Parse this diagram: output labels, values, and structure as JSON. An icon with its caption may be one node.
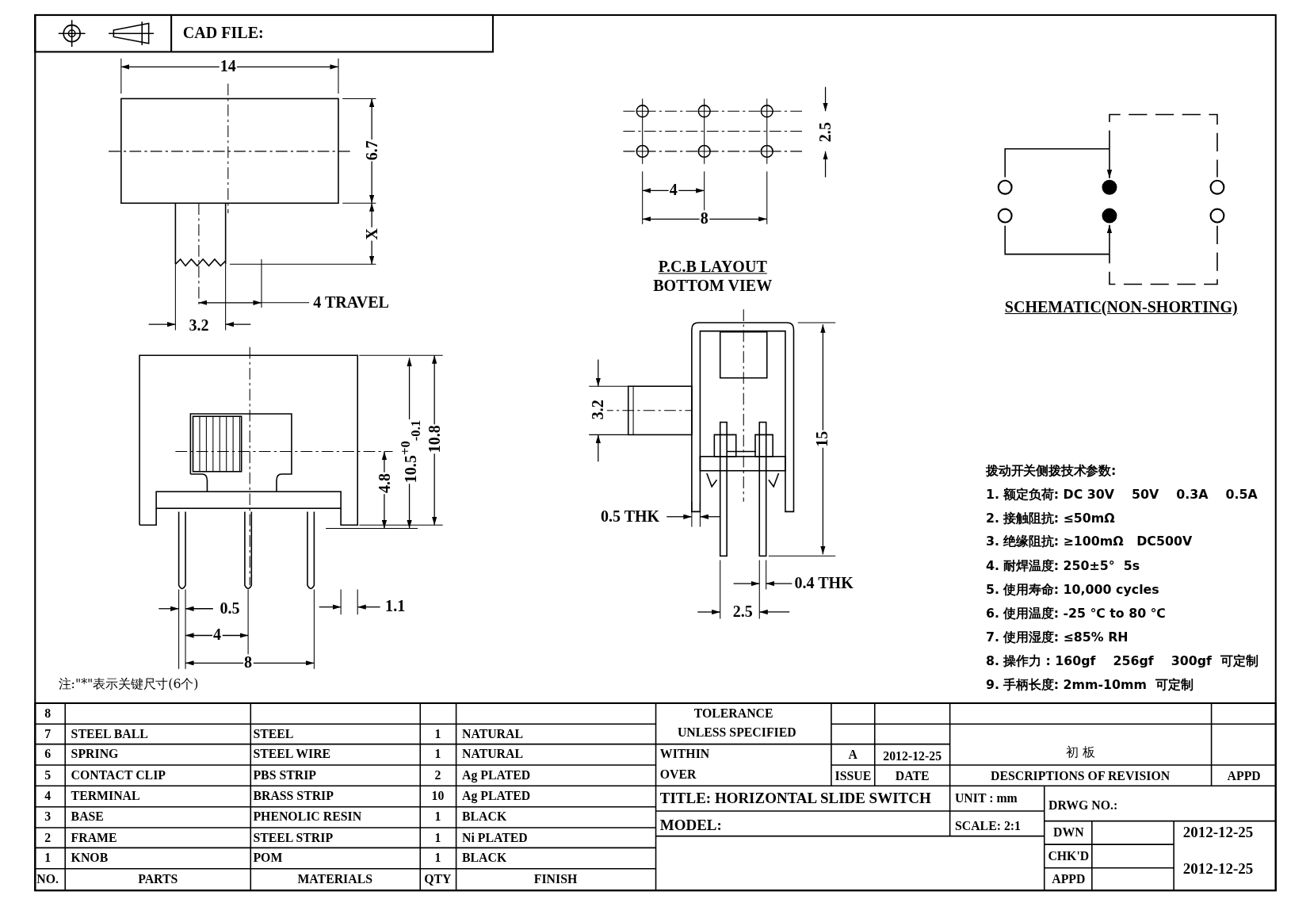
{
  "diagram": {
    "labels": [
      "CAD FILE:",
      "14",
      "6.7",
      "X",
      "4 TRAVEL",
      "3.2",
      "10.5$^{+0}$$_{-0.1}$",
      "10.8",
      "4.8",
      "0.5",
      "1.1",
      "4",
      "8",
      "注:\"*\"表示关键尺寸(6个)",
      "2.5",
      "4",
      "8",
      "P.C.B LAYOUT",
      "BOTTOM VIEW",
      "3.2",
      "15",
      "0.5 THK",
      "0.4 THK",
      "2.5",
      "SCHEMATIC(NON-SHORTING)",
      "拨动开关侧拨技术参数:",
      "1. 额定负荷: DC 30V    50V    0.3A    0.5A",
      "2. 接触阻抗: ≤50mΩ",
      "3. 绝缘阻抗: ≥100mΩ   DC500V",
      "4. 耐焊温度: 250±5°  5s",
      "5. 使用寿命: 10,000 cycles",
      "6. 使用温度: -25 ℃ to 80 ℃",
      "7. 使用湿度: ≤85% RH",
      "8. 操作力 : 160gf    256gf    300gf  可定制",
      "9. 手柄长度: 2mm-10mm  可定制",
      "8",
      "TOLERANCE",
      "7",
      "STEEL BALL",
      "STEEL",
      "1",
      "NATURAL",
      "UNLESS SPECIFIED",
      "6",
      "SPRING",
      "STEEL WIRE",
      "1",
      "NATURAL",
      "WITHIN",
      "A",
      "2012-12-25",
      "初 板",
      "5",
      "CONTACT CLIP",
      "PBS STRIP",
      "2",
      "Ag PLATED",
      "OVER",
      "ISSUE",
      "DATE",
      "DESCRIPTIONS OF REVISION",
      "APPD",
      "4",
      "TERMINAL",
      "BRASS STRIP",
      "10",
      "Ag PLATED",
      "TITLE: HORIZONTAL SLIDE SWITCH",
      "UNIT : mm",
      "3",
      "BASE",
      "PHENOLIC RESIN",
      "1",
      "BLACK",
      "DRWG NO.:",
      "2",
      "FRAME",
      "STEEL STRIP",
      "1",
      "Ni PLATED",
      "MODEL:",
      "SCALE: 2:1",
      "DWN",
      "2012-12-25",
      "1",
      "KNOB",
      "POM",
      "1",
      "BLACK",
      "CHK'D",
      "2012-12-25",
      "NO.",
      "PARTS",
      "MATERIALS",
      "QTY",
      "FINISH",
      "APPD"
    ]
  }
}
